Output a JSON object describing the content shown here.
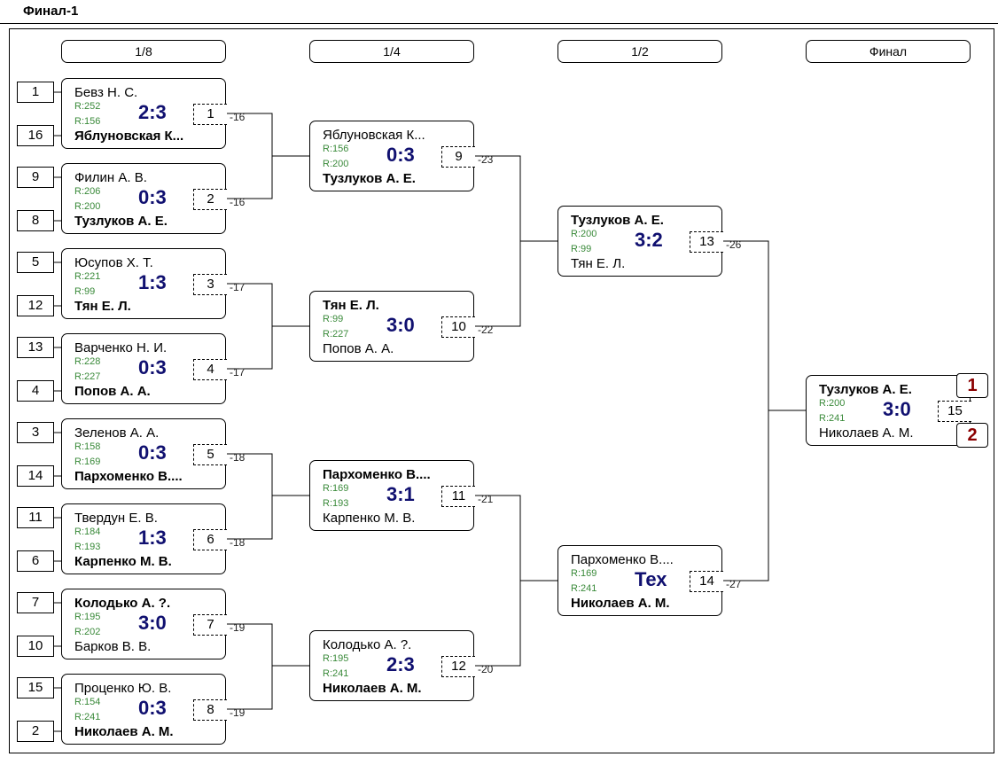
{
  "title": "Финал-1",
  "rounds": [
    "1/8",
    "1/4",
    "1/2",
    "Финал"
  ],
  "seeds": [
    "1",
    "16",
    "9",
    "8",
    "5",
    "12",
    "13",
    "4",
    "3",
    "14",
    "11",
    "6",
    "7",
    "10",
    "15",
    "2"
  ],
  "matches": [
    {
      "num": "1",
      "p1": "Бевз Н. С.",
      "p2": "Яблуновская К...",
      "r1": "R:252",
      "r2": "R:156",
      "score": "2:3",
      "winner": 2,
      "loser": "-16"
    },
    {
      "num": "2",
      "p1": "Филин А. В.",
      "p2": "Тузлуков А. Е.",
      "r1": "R:206",
      "r2": "R:200",
      "score": "0:3",
      "winner": 2,
      "loser": "-16"
    },
    {
      "num": "3",
      "p1": "Юсупов Х. Т.",
      "p2": "Тян Е. Л.",
      "r1": "R:221",
      "r2": "R:99",
      "score": "1:3",
      "winner": 2,
      "loser": "-17"
    },
    {
      "num": "4",
      "p1": "Варченко Н. И.",
      "p2": "Попов А. А.",
      "r1": "R:228",
      "r2": "R:227",
      "score": "0:3",
      "winner": 2,
      "loser": "-17"
    },
    {
      "num": "5",
      "p1": "Зеленов А. А.",
      "p2": "Пархоменко В....",
      "r1": "R:158",
      "r2": "R:169",
      "score": "0:3",
      "winner": 2,
      "loser": "-18"
    },
    {
      "num": "6",
      "p1": "Твердун Е. В.",
      "p2": "Карпенко М. В.",
      "r1": "R:184",
      "r2": "R:193",
      "score": "1:3",
      "winner": 2,
      "loser": "-18"
    },
    {
      "num": "7",
      "p1": "Колодько А. ?.",
      "p2": "Барков В. В.",
      "r1": "R:195",
      "r2": "R:202",
      "score": "3:0",
      "winner": 1,
      "loser": "-19"
    },
    {
      "num": "8",
      "p1": "Проценко Ю. В.",
      "p2": "Николаев А. М.",
      "r1": "R:154",
      "r2": "R:241",
      "score": "0:3",
      "winner": 2,
      "loser": "-19"
    },
    {
      "num": "9",
      "p1": "Яблуновская К...",
      "p2": "Тузлуков А. Е.",
      "r1": "R:156",
      "r2": "R:200",
      "score": "0:3",
      "winner": 2,
      "loser": "-23"
    },
    {
      "num": "10",
      "p1": "Тян Е. Л.",
      "p2": "Попов А. А.",
      "r1": "R:99",
      "r2": "R:227",
      "score": "3:0",
      "winner": 1,
      "loser": "-22"
    },
    {
      "num": "11",
      "p1": "Пархоменко В....",
      "p2": "Карпенко М. В.",
      "r1": "R:169",
      "r2": "R:193",
      "score": "3:1",
      "winner": 1,
      "loser": "-21"
    },
    {
      "num": "12",
      "p1": "Колодько А. ?.",
      "p2": "Николаев А. М.",
      "r1": "R:195",
      "r2": "R:241",
      "score": "2:3",
      "winner": 2,
      "loser": "-20"
    },
    {
      "num": "13",
      "p1": "Тузлуков А. Е.",
      "p2": "Тян Е. Л.",
      "r1": "R:200",
      "r2": "R:99",
      "score": "3:2",
      "winner": 1,
      "loser": "-26"
    },
    {
      "num": "14",
      "p1": "Пархоменко В....",
      "p2": "Николаев А. М.",
      "r1": "R:169",
      "r2": "R:241",
      "score": "Тех",
      "winner": 2,
      "loser": "-27"
    },
    {
      "num": "15",
      "p1": "Тузлуков А. Е.",
      "p2": "Николаев А. М.",
      "r1": "R:200",
      "r2": "R:241",
      "score": "3:0",
      "winner": 1,
      "loser": ""
    }
  ],
  "places": [
    "1",
    "2"
  ],
  "colors": {
    "rating": "#3a8a3a",
    "score": "#101070",
    "place": "#8b0000"
  }
}
